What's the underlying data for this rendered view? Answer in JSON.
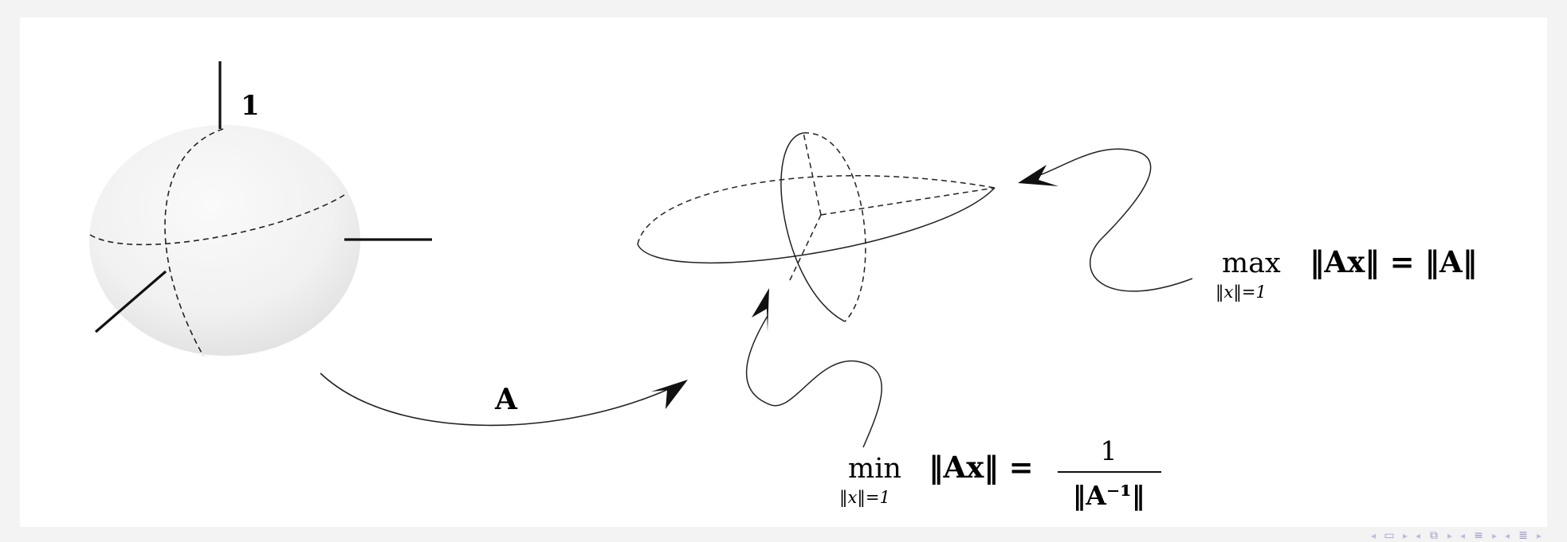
{
  "diagram": {
    "unit_sphere_label": "1",
    "map_label": "A",
    "max_equation": {
      "operator": "max",
      "subscript": "‖x‖=1",
      "body": "‖Ax‖ = ‖A‖"
    },
    "min_equation": {
      "operator": "min",
      "subscript": "‖x‖=1",
      "body": "‖Ax‖ =",
      "numerator": "1",
      "denominator": "‖A⁻¹‖"
    }
  },
  "nav": {
    "icons": [
      "nav-prev-arrow",
      "frame-icon",
      "nav-next-arrow",
      "nav-prev-arrow",
      "slides-icon",
      "nav-next-arrow",
      "nav-prev-arrow",
      "section-icon",
      "nav-next-arrow",
      "nav-prev-arrow",
      "subsection-icon",
      "nav-next-arrow"
    ]
  }
}
